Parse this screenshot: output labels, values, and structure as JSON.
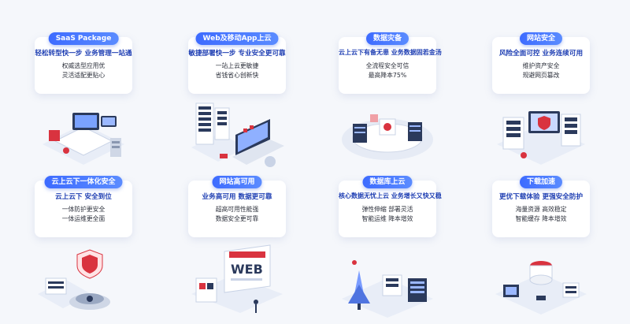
{
  "cards": [
    {
      "badge": "SaaS Package",
      "headline": "轻松转型快一步 业务管理一站通",
      "bullets": [
        "权威选型应用优",
        "灵活适配更贴心"
      ]
    },
    {
      "badge": "Web及移动App上云",
      "headline": "敏捷部署快一步 专业安全更可靠",
      "bullets": [
        "一站上云更敏捷",
        "省钱省心创新快"
      ]
    },
    {
      "badge": "数据灾备",
      "headline": "云上云下有备无患 业务数据固若金汤",
      "bullets": [
        "全流程安全可信",
        "最高降本75%"
      ]
    },
    {
      "badge": "网站安全",
      "headline": "风险全面可控 业务连续可用",
      "bullets": [
        "维护资产安全",
        "规避网页篡改"
      ]
    },
    {
      "badge": "云上云下一体化安全",
      "headline": "云上云下 安全到位",
      "bullets": [
        "一体防护更安全",
        "一体运维更全面"
      ]
    },
    {
      "badge": "网站高可用",
      "headline": "业务高可用 数据更可靠",
      "bullets": [
        "超高可用性能强",
        "数据安全更可靠"
      ]
    },
    {
      "badge": "数据库上云",
      "headline": "核心数据无忧上云 业务增长又快又稳",
      "bullets": [
        "弹性伸缩 部署灵活",
        "智能运维 降本增效"
      ]
    },
    {
      "badge": "下载加速",
      "headline": "更优下载体验 更强安全防护",
      "bullets": [
        "海量资源 高效稳定",
        "智能缓存 降本增效"
      ]
    }
  ],
  "illustration_labels": {
    "web_sign": "WEB"
  },
  "colors": {
    "accent": "#3d6bff",
    "headline": "#1f3fb3",
    "alert": "#d9333f"
  }
}
